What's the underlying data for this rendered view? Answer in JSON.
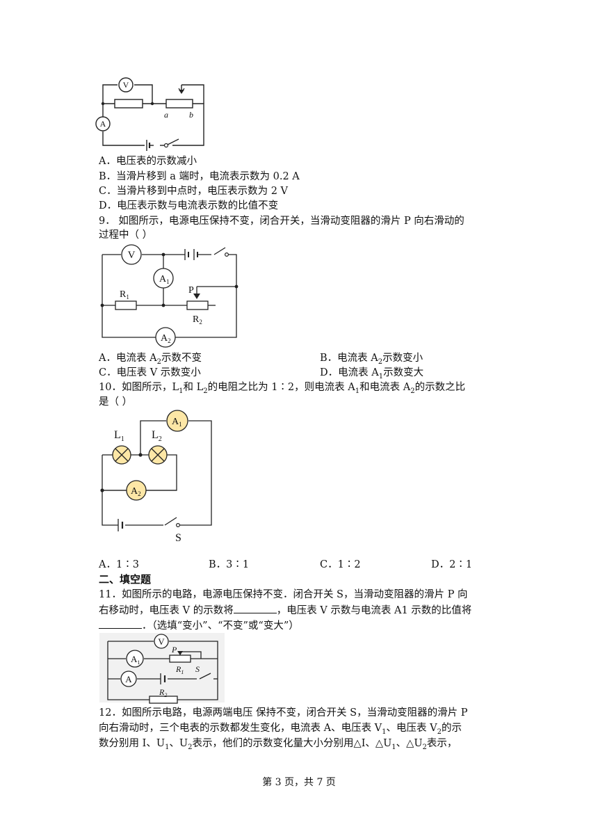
{
  "q8": {
    "diagram": {
      "voltmeter": "V",
      "ammeter": "A",
      "end_a": "a",
      "end_b": "b"
    },
    "options": [
      "A．电压表的示数减小",
      "B．当滑片移到 a 端时，电流表示数为 0.2 A",
      "C．当滑片移到中点时，电压表示数为 2 V",
      "D．电压表示数与电流表示数的比值不变"
    ]
  },
  "q9": {
    "text_line1": "9．  如图所示，电源电压保持不变，闭合开关，当滑动变阻器的滑片 P 向右滑动的",
    "text_line2": "过程中（          ）",
    "diagram": {
      "voltmeter": "V",
      "ammeter1": "A",
      "ammeter1_sub": "1",
      "ammeter2": "A",
      "ammeter2_sub": "2",
      "r1": "R",
      "r1_sub": "1",
      "r2": "R",
      "r2_sub": "2",
      "slider": "P"
    },
    "options": [
      {
        "letter": "A．",
        "text": "电流表 A",
        "sub": "2",
        "rest": "示数不变"
      },
      {
        "letter": "B．",
        "text": "电流表 A",
        "sub": "2",
        "rest": "示数变小"
      },
      {
        "letter": "C．",
        "text": "电压表 V 示数变小",
        "sub": "",
        "rest": ""
      },
      {
        "letter": "D．",
        "text": "电流表 A",
        "sub": "1",
        "rest": "示数变大"
      }
    ]
  },
  "q10": {
    "text_line1_a": "10．如图所示，L",
    "text_line1_b": "和 L",
    "text_line1_c": "的电阻之比为 1∶2，则电流表 A",
    "text_line1_d": "和电流表 A",
    "text_line1_e": "的示数之比",
    "sub1": "1",
    "sub2": "2",
    "text_line2": "是（          ）",
    "diagram": {
      "l1": "L",
      "l1_sub": "1",
      "l2": "L",
      "l2_sub": "2",
      "a1": "A",
      "a1_sub": "1",
      "a2": "A",
      "a2_sub": "2",
      "switch": "S"
    },
    "options": [
      "A．1∶3",
      "B．3∶1",
      "C．1∶2",
      "D．2∶1"
    ]
  },
  "section2": {
    "title": "二、填空题"
  },
  "q11": {
    "line1": "11．如图所示的电路，电源电压保持不变．闭合开关 S，当滑动变阻器的滑片 P 向",
    "line2_a": "右移动时，电压表 V 的示数将",
    "line2_b": "，电压表 V 示数与电流表 A1 示数的比值将",
    "line3": "．（选填“变小”、“不变”或“变大”）",
    "diagram": {
      "voltmeter": "V",
      "a1": "A",
      "a1_sub": "1",
      "a": "A",
      "r1": "R",
      "r1_sub": "1",
      "r2": "R",
      "r2_sub": "2",
      "slider": "P",
      "switch": "S"
    }
  },
  "q12": {
    "line1": "12．如图所示电路，电源两端电压  保持不变，闭合开关 S，当滑动变阻器的滑片 P",
    "line2_a": "向右滑动时，三个电表的示数都发生变化，电流表 A、电压表 V",
    "line2_b": "、电压表 V",
    "line2_c": "的示",
    "line3_a": "数分别用 I、U",
    "line3_b": "、U",
    "line3_c": "表示，他们的示数变化量大小分别用△I、△U",
    "line3_d": "、△U",
    "line3_e": "表示，",
    "sub1": "1",
    "sub2": "2"
  },
  "footer": "第 3 页，共 7 页"
}
